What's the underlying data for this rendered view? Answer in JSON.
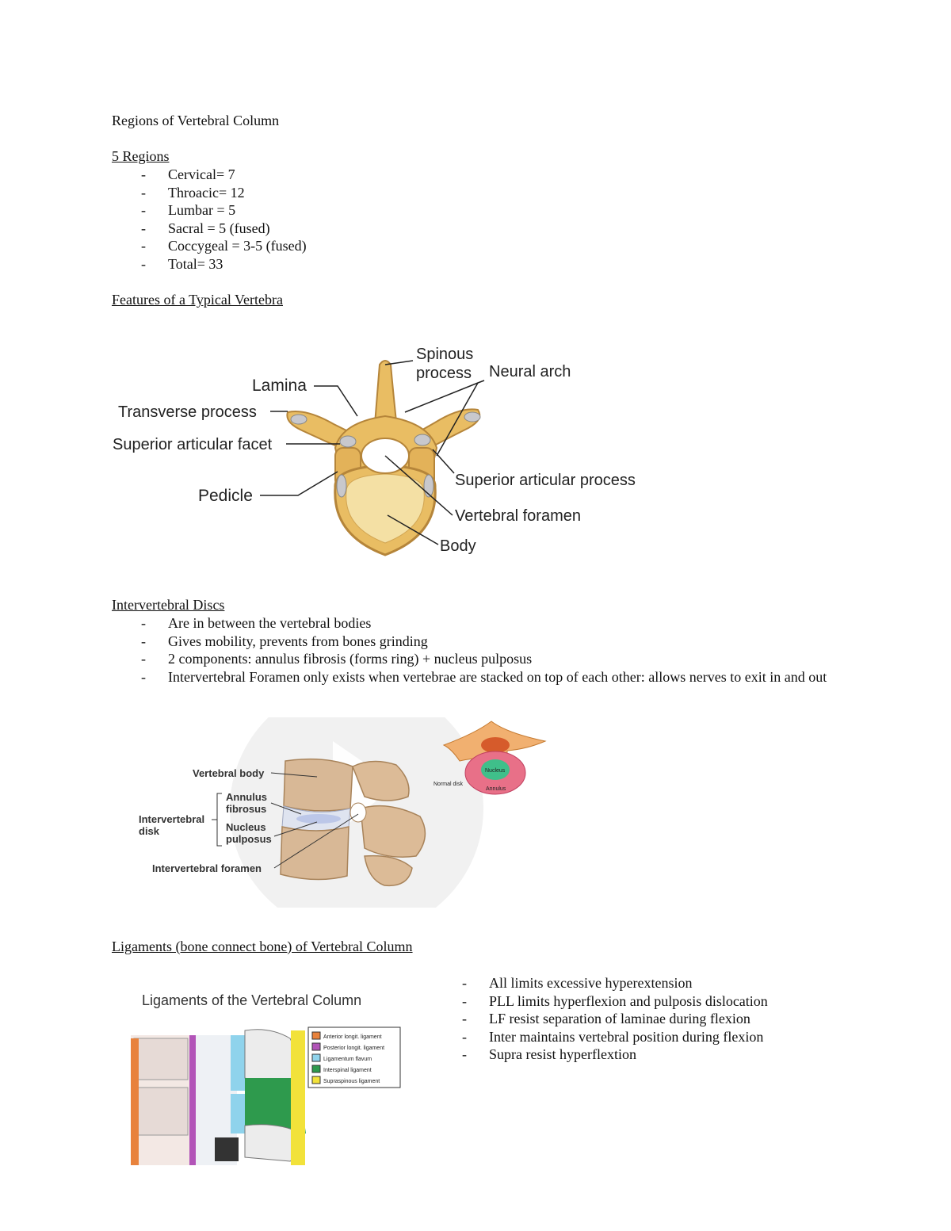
{
  "title": "Regions of Vertebral Column",
  "regions": {
    "heading": "5 Regions ",
    "items": [
      "Cervical= 7",
      "Throacic= 12",
      "Lumbar = 5",
      "Sacral = 5 (fused)",
      "Coccygeal = 3-5 (fused)",
      "Total= 33"
    ]
  },
  "features": {
    "heading": "Features of a Typical Vertebra",
    "figure": {
      "labels": {
        "spinous1": "Spinous",
        "spinous2": "process",
        "neural_arch": "Neural arch",
        "lamina": "Lamina",
        "transverse": "Transverse process",
        "sup_facet": "Superior articular facet",
        "sup_process": "Superior articular process",
        "pedicle": "Pedicle",
        "foramen": "Vertebral foramen",
        "body": "Body"
      }
    }
  },
  "discs": {
    "heading": "Intervertebral Discs",
    "items": [
      "Are in between the vertebral bodies",
      "Gives mobility, prevents from bones grinding",
      "2 components: annulus fibrosis (forms ring) + nucleus pulposus",
      "Intervertebral Foramen only exists when vertebrae are stacked on top of each other: allows nerves to exit in and out"
    ],
    "figure": {
      "labels": {
        "vbody": "Vertebral body",
        "annulus1": "Annulus",
        "annulus2": "fibrosus",
        "ivd1": "Intervertebral",
        "ivd2": "disk",
        "nucleus1": "Nucleus",
        "nucleus2": "pulposus",
        "ivforamen": "Intervertebral foramen",
        "normal_disk": "Normal disk",
        "inset_nucleus": "Nucleus",
        "inset_annulus": "Annulus"
      }
    }
  },
  "ligaments": {
    "heading": "Ligaments (bone connect bone) of Vertebral Column ",
    "items": [
      "All limits excessive hyperextension",
      "PLL limits hyperflexion and pulposis dislocation",
      "LF resist separation of laminae during flexion",
      "Inter maintains vertebral position during flexion",
      "Supra resist hyperflextion"
    ],
    "figure": {
      "title": "Ligaments of the Vertebral Column",
      "legend": [
        {
          "label": "Anterior longit. ligament",
          "color": "#e8823c"
        },
        {
          "label": "Posterior longit. ligament",
          "color": "#b254b8"
        },
        {
          "label": "Ligamentum flavum",
          "color": "#8fd3ec"
        },
        {
          "label": "Interspinal ligament",
          "color": "#2e9a4d"
        },
        {
          "label": "Supraspinous ligament",
          "color": "#f2e23a"
        }
      ]
    }
  },
  "colors": {
    "bone": "#e9bd63",
    "bone_dark": "#b5853a",
    "disc_bone": "#d8b896",
    "inset_annulus": "#e87088",
    "inset_nucleus": "#3fbf8a"
  }
}
